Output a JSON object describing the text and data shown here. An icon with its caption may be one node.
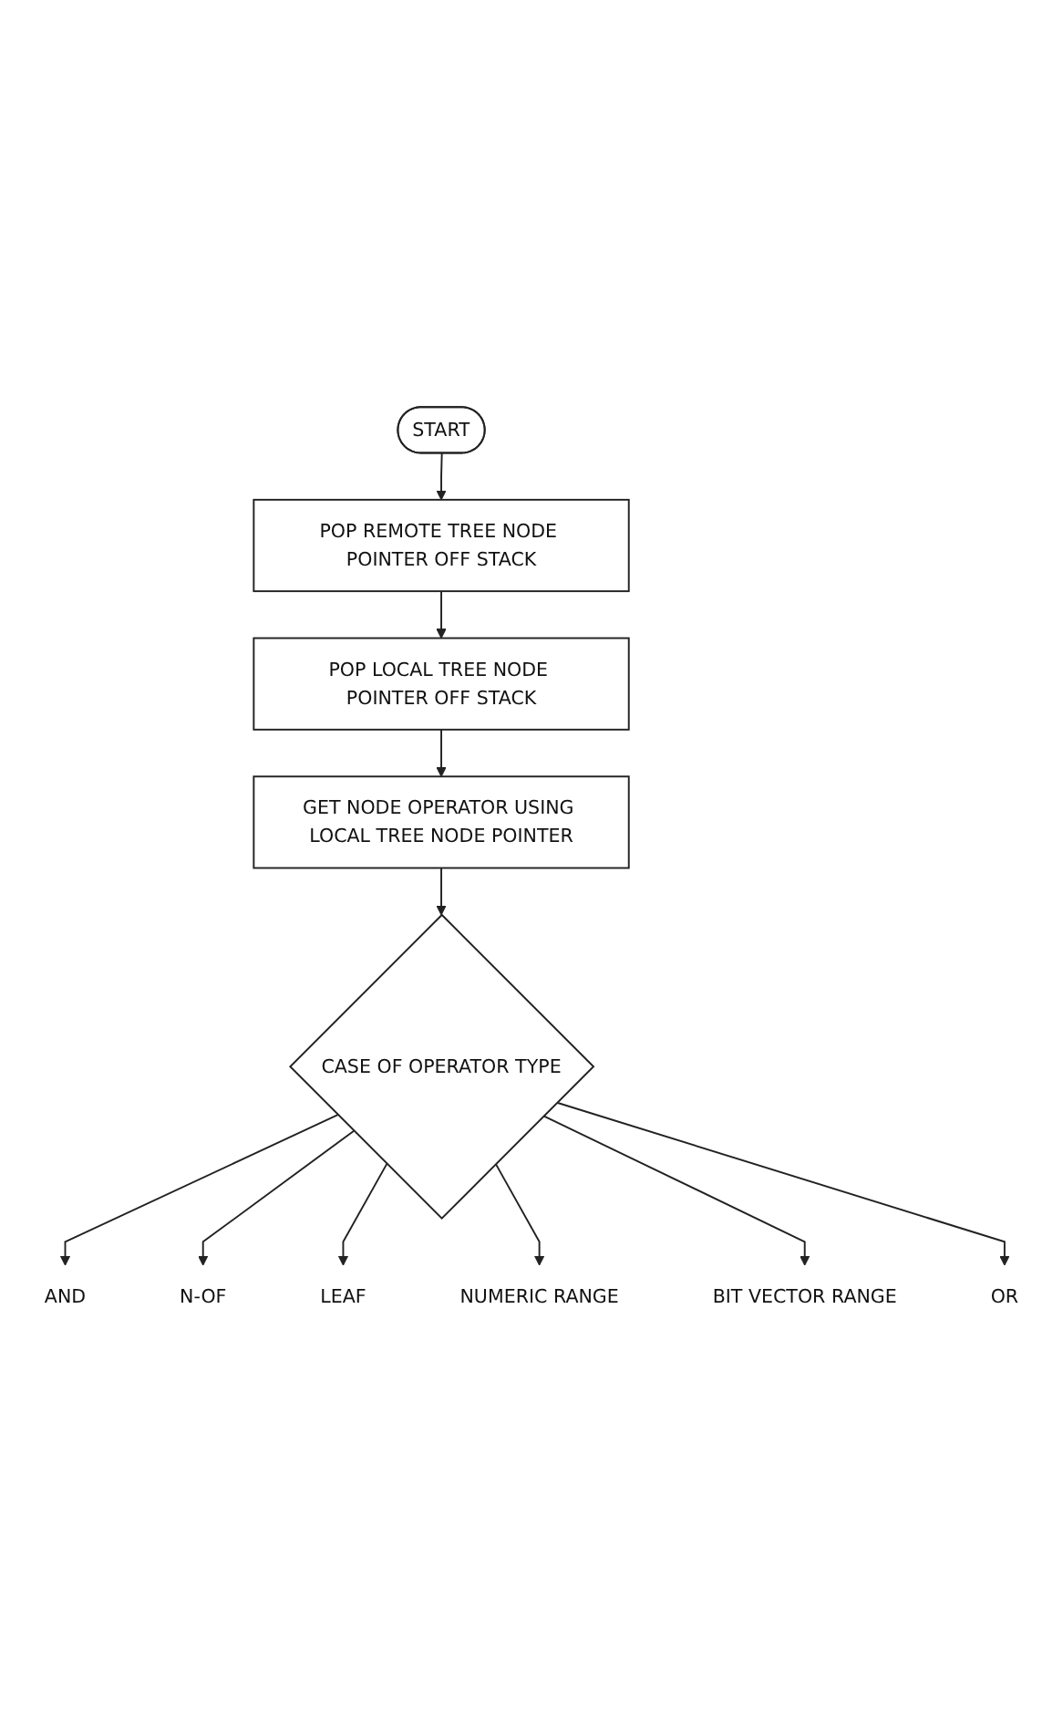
{
  "diagram": {
    "nodes": [
      {
        "text": [
          "START"
        ]
      },
      {
        "text": [
          "POP REMOTE TREE NODE POINTER OFF STACK"
        ]
      },
      {
        "text": [
          "POP LOCAL TREE NODE POINTER OFF STACK"
        ]
      },
      {
        "text": [
          "GET NODE OPERATOR USING LOCAL TREE NODE POINTER"
        ]
      },
      {
        "text": [
          "CASE OF OPERATOR TYPE"
        ]
      },
      {
        "text": [
          "AND"
        ]
      },
      {
        "text": [
          "N-OF"
        ]
      },
      {
        "text": [
          "LEAF"
        ]
      },
      {
        "text": [
          "NUMERIC RANGE"
        ]
      },
      {
        "text": [
          "BIT VECTOR RANGE"
        ]
      },
      {
        "text": [
          "OR"
        ]
      }
    ],
    "edges": [
      {
        "from": 0,
        "to": 1,
        "arrow": "to"
      },
      {
        "from": 1,
        "to": 2,
        "arrow": "to"
      },
      {
        "from": 2,
        "to": 3,
        "arrow": "to"
      },
      {
        "from": 3,
        "to": 4,
        "arrow": "to"
      },
      {
        "from": 4,
        "to": 5,
        "arrow": "to"
      },
      {
        "from": 4,
        "to": 6,
        "arrow": "to"
      },
      {
        "from": 4,
        "to": 7,
        "arrow": "to"
      },
      {
        "from": 4,
        "to": 8,
        "arrow": "to"
      },
      {
        "from": 4,
        "to": 9,
        "arrow": "to"
      },
      {
        "from": 4,
        "to": 10,
        "arrow": "to"
      }
    ]
  }
}
